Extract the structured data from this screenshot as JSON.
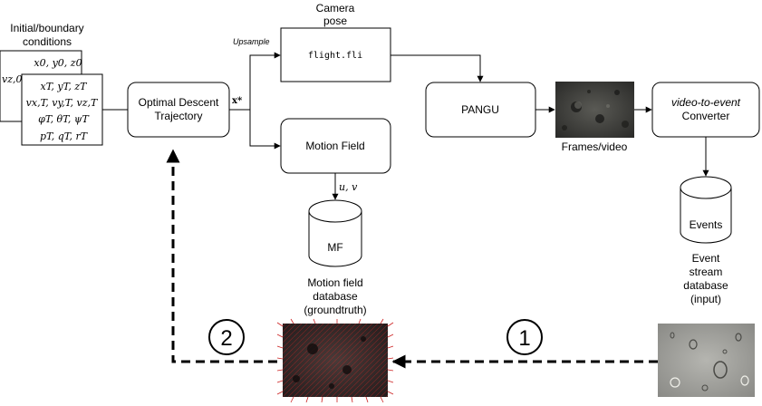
{
  "initial_conditions": {
    "title_line1": "Initial/boundary",
    "title_line2": "conditions",
    "back_row1": "x0, y0, z0",
    "back_row2": "vz,0",
    "front_rows": [
      "xT, yT, zT",
      "vx,T, vy,T, vz,T",
      "φT, θT, ψT",
      "pT, qT, rT"
    ]
  },
  "optimal_descent": {
    "line1": "Optimal Descent",
    "line2": "Trajectory"
  },
  "edge_x_star": "x*",
  "upsample_label": "Upsample",
  "camera_pose": {
    "line1": "Camera",
    "line2": "pose"
  },
  "flight_file": "flight.fli",
  "motion_field_box": "Motion Field",
  "uv_label": "u, v",
  "mf_db": {
    "label": "MF",
    "caption_lines": [
      "Motion field",
      "database",
      "(groundtruth)"
    ]
  },
  "pangu": "PANGU",
  "frames_caption": "Frames/video",
  "converter": {
    "line1": "video-to-event",
    "line2": "Converter"
  },
  "events_db": {
    "label": "Events",
    "caption_lines": [
      "Event",
      "stream",
      "database",
      "(input)"
    ]
  },
  "step_labels": {
    "step1": "1",
    "step2": "2"
  },
  "colors": {
    "stroke": "#000000",
    "vector_red": "#cc2222"
  }
}
